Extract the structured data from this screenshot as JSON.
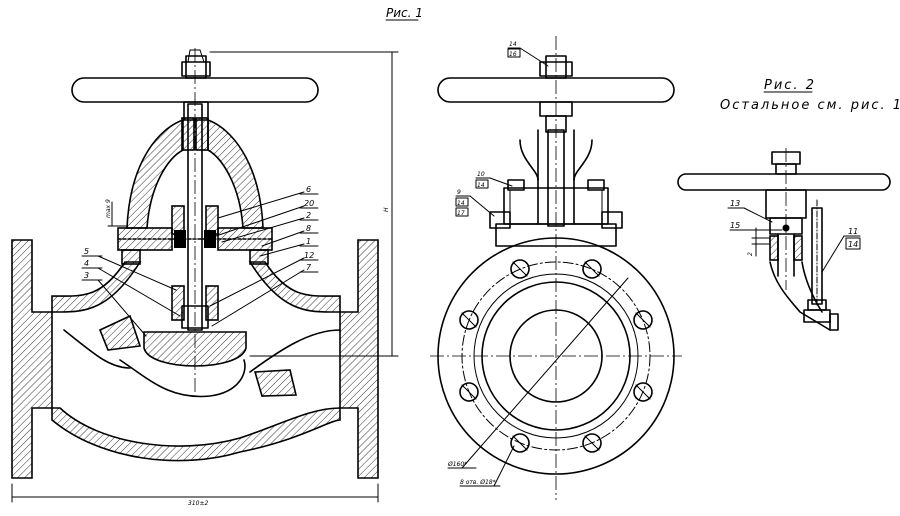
{
  "fig1_caption": "Рис. 1",
  "fig2_caption": "Рис. 2",
  "fig2_note": "Остальное см. рис. 1",
  "dimensions": {
    "overall_length": "310±2",
    "height": "H",
    "stroke": "max 9",
    "gap": "2",
    "diam_outer": "Ø160*",
    "bolt_holes": "8 отв. Ø18*"
  },
  "section_labels": [
    "6",
    "20",
    "2",
    "8",
    "1",
    "12",
    "7",
    "5",
    "4",
    "3"
  ],
  "front_labels": {
    "top": [
      "14",
      "16"
    ],
    "upper": [
      "10",
      "14"
    ],
    "lower": [
      "9",
      "14",
      "17"
    ]
  },
  "fig2_labels": [
    "13",
    "15",
    "11",
    "14"
  ]
}
